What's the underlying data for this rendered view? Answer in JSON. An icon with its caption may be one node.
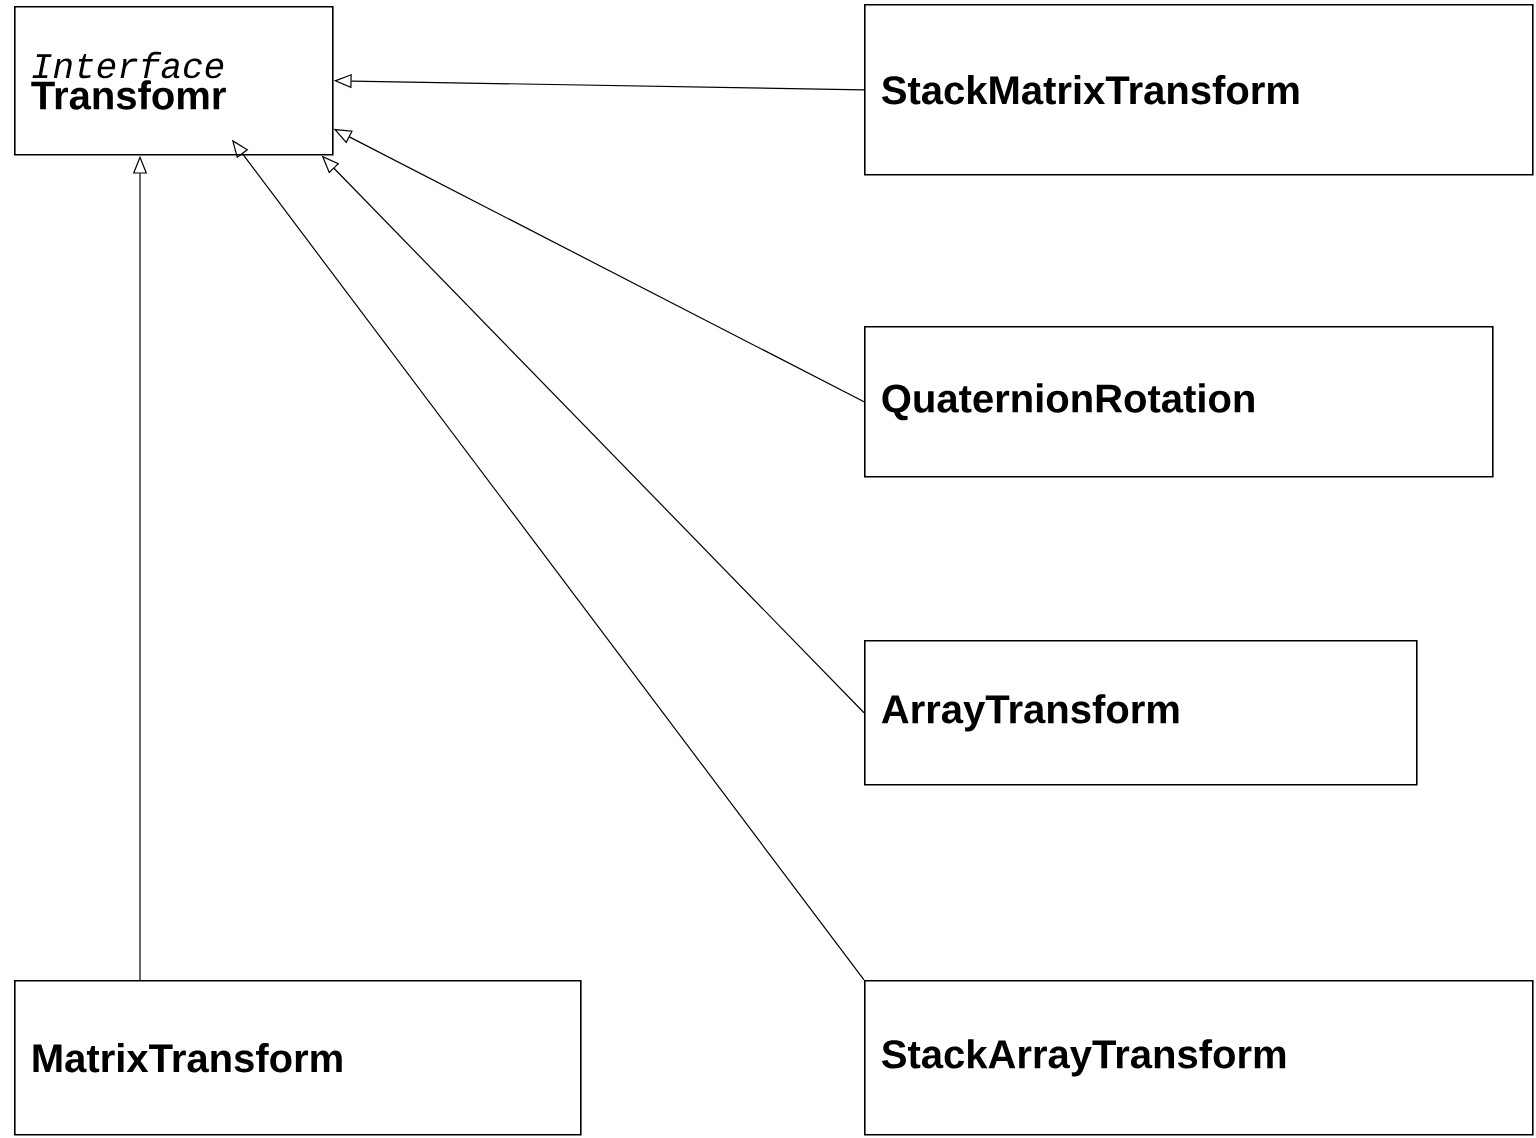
{
  "diagram": {
    "nodes": [
      {
        "text": [
          "Interface",
          "Transfomr"
        ]
      },
      {
        "text": [
          "StackMatrixTransform"
        ]
      },
      {
        "text": [
          "QuaternionRotation"
        ]
      },
      {
        "text": [
          "ArrayTransform"
        ]
      },
      {
        "text": [
          "MatrixTransform"
        ]
      },
      {
        "text": [
          "StackArrayTransform"
        ]
      }
    ],
    "edges": [
      {
        "from": 1,
        "to": 0,
        "arrow": "to"
      },
      {
        "from": 2,
        "to": 0,
        "arrow": "to"
      },
      {
        "from": 3,
        "to": 0,
        "arrow": "to"
      },
      {
        "from": 5,
        "to": 0,
        "arrow": "to"
      },
      {
        "from": 4,
        "to": 0,
        "arrow": "to"
      }
    ]
  }
}
